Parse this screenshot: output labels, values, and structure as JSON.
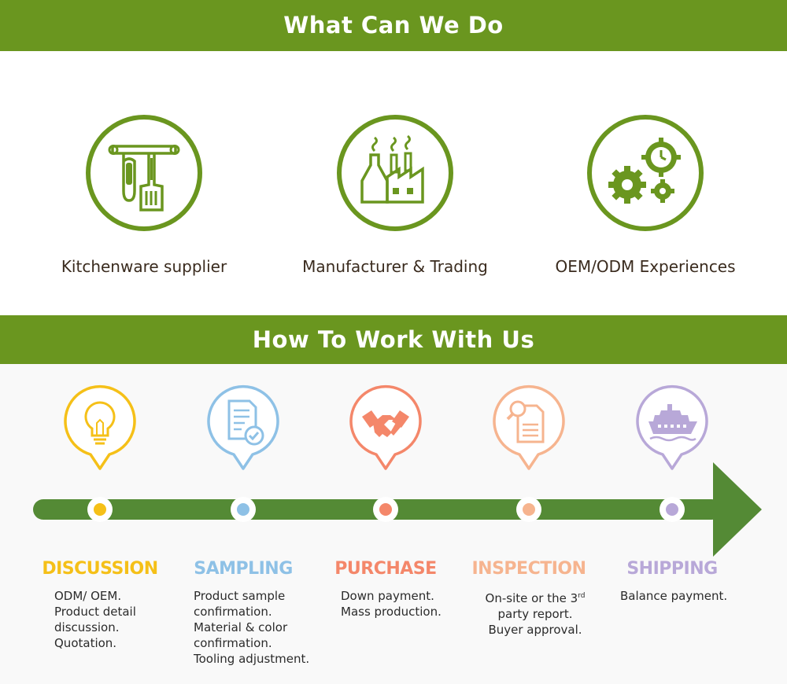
{
  "banner_top": {
    "title": "What Can We Do"
  },
  "banner_bottom": {
    "title": "How To Work With Us"
  },
  "services": [
    {
      "label": "Kitchenware supplier",
      "icon": "kitchen-utensils-icon"
    },
    {
      "label": "Manufacturer & Trading",
      "icon": "factory-icon"
    },
    {
      "label": "OEM/ODM Experiences",
      "icon": "gears-clock-icon"
    }
  ],
  "steps": [
    {
      "title": "DISCUSSION",
      "color": "#f5c018",
      "icon": "lightbulb-icon",
      "lines": [
        "ODM/ OEM.",
        "Product detail",
        "discussion.",
        "Quotation."
      ]
    },
    {
      "title": "SAMPLING",
      "color": "#8ec1e6",
      "icon": "document-check-icon",
      "lines": [
        "Product sample",
        "confirmation.",
        "Material & color",
        "confirmation.",
        "Tooling adjustment."
      ]
    },
    {
      "title": "PURCHASE",
      "color": "#f4876a",
      "icon": "handshake-icon",
      "lines": [
        "Down payment.",
        "Mass production."
      ]
    },
    {
      "title": "INSPECTION",
      "color": "#f6b48f",
      "icon": "search-report-icon",
      "lines": [
        "On-site or the 3",
        "party report.",
        "Buyer approval."
      ],
      "line1_sup": "rd"
    },
    {
      "title": "SHIPPING",
      "color": "#b8a8d8",
      "icon": "ship-icon",
      "lines": [
        "Balance payment."
      ]
    }
  ],
  "colors": {
    "brand_green": "#6a961f",
    "timeline_green": "#548a35",
    "text_dark": "#3a2b1e"
  }
}
